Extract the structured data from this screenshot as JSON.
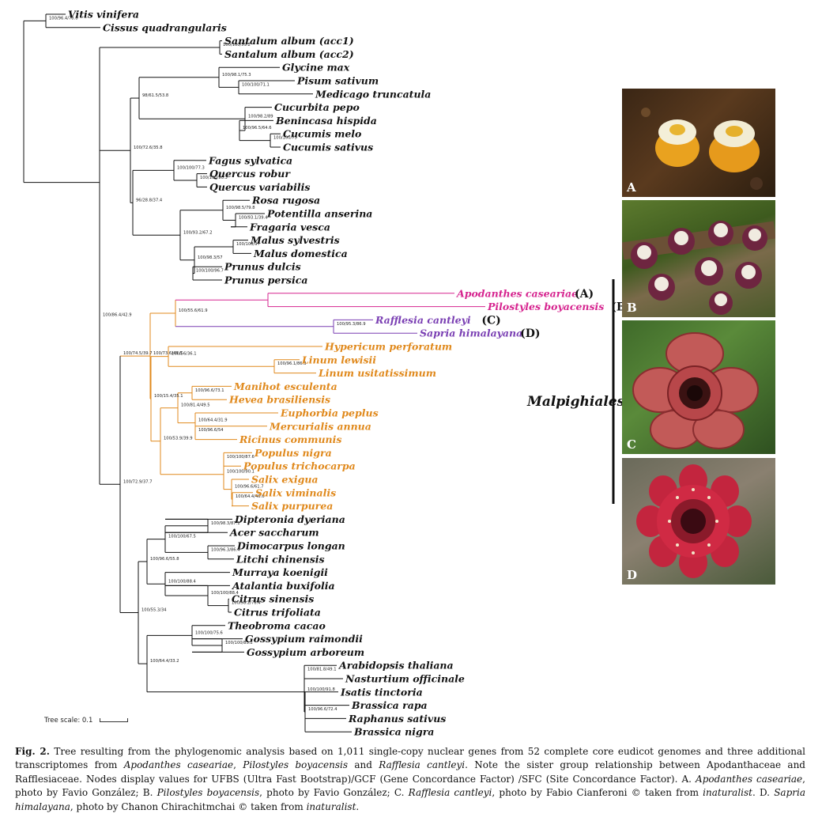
{
  "leaves": [
    {
      "name": "Vitis vinifera",
      "color": "#111111"
    },
    {
      "name": "Cissus quadrangularis",
      "color": "#111111"
    },
    {
      "name": "Santalum album (acc1)",
      "color": "#111111"
    },
    {
      "name": "Santalum album (acc2)",
      "color": "#111111"
    },
    {
      "name": "Glycine max",
      "color": "#111111"
    },
    {
      "name": "Pisum sativum",
      "color": "#111111"
    },
    {
      "name": "Medicago truncatula",
      "color": "#111111"
    },
    {
      "name": "Cucurbita pepo",
      "color": "#111111"
    },
    {
      "name": "Benincasa hispida",
      "color": "#111111"
    },
    {
      "name": "Cucumis melo",
      "color": "#111111"
    },
    {
      "name": "Cucumis sativus",
      "color": "#111111"
    },
    {
      "name": "Fagus sylvatica",
      "color": "#111111"
    },
    {
      "name": "Quercus robur",
      "color": "#111111"
    },
    {
      "name": "Quercus variabilis",
      "color": "#111111"
    },
    {
      "name": "Rosa rugosa",
      "color": "#111111"
    },
    {
      "name": "Potentilla anserina",
      "color": "#111111"
    },
    {
      "name": "Fragaria vesca",
      "color": "#111111"
    },
    {
      "name": "Malus sylvestris",
      "color": "#111111"
    },
    {
      "name": "Malus domestica",
      "color": "#111111"
    },
    {
      "name": "Prunus dulcis",
      "color": "#111111"
    },
    {
      "name": "Prunus persica",
      "color": "#111111"
    },
    {
      "name": "Apodanthes caseariae",
      "color": "#d6248f",
      "tag": "(A)"
    },
    {
      "name": "Pilostyles boyacensis",
      "color": "#d6248f",
      "tag": "(B)"
    },
    {
      "name": "Rafflesia cantleyi",
      "color": "#7a3fb3",
      "tag": "(C)"
    },
    {
      "name": "Sapria himalayana",
      "color": "#7a3fb3",
      "tag": "(D)"
    },
    {
      "name": "Hypericum perforatum",
      "color": "#e0891c"
    },
    {
      "name": "Linum lewisii",
      "color": "#e0891c"
    },
    {
      "name": "Linum usitatissimum",
      "color": "#e0891c"
    },
    {
      "name": "Manihot esculenta",
      "color": "#e0891c"
    },
    {
      "name": "Hevea brasiliensis",
      "color": "#e0891c"
    },
    {
      "name": "Euphorbia peplus",
      "color": "#e0891c"
    },
    {
      "name": "Mercurialis annua",
      "color": "#e0891c"
    },
    {
      "name": "Ricinus communis",
      "color": "#e0891c"
    },
    {
      "name": "Populus nigra",
      "color": "#e0891c"
    },
    {
      "name": "Populus trichocarpa",
      "color": "#e0891c"
    },
    {
      "name": "Salix exigua",
      "color": "#e0891c"
    },
    {
      "name": "Salix viminalis",
      "color": "#e0891c"
    },
    {
      "name": "Salix purpurea",
      "color": "#e0891c"
    },
    {
      "name": "Dipteronia dyeriana",
      "color": "#111111"
    },
    {
      "name": "Acer saccharum",
      "color": "#111111"
    },
    {
      "name": "Dimocarpus longan",
      "color": "#111111"
    },
    {
      "name": "Litchi chinensis",
      "color": "#111111"
    },
    {
      "name": "Murraya koenigii",
      "color": "#111111"
    },
    {
      "name": "Atalantia buxifolia",
      "color": "#111111"
    },
    {
      "name": "Citrus sinensis",
      "color": "#111111"
    },
    {
      "name": "Citrus trifoliata",
      "color": "#111111"
    },
    {
      "name": "Theobroma cacao",
      "color": "#111111"
    },
    {
      "name": "Gossypium raimondii",
      "color": "#111111"
    },
    {
      "name": "Gossypium arboreum",
      "color": "#111111"
    },
    {
      "name": "Arabidopsis thaliana",
      "color": "#111111"
    },
    {
      "name": "Nasturtium officinale",
      "color": "#111111"
    },
    {
      "name": "Isatis tinctoria",
      "color": "#111111"
    },
    {
      "name": "Brassica rapa",
      "color": "#111111"
    },
    {
      "name": "Raphanus sativus",
      "color": "#111111"
    },
    {
      "name": "Brassica nigra",
      "color": "#111111"
    }
  ],
  "support_values": [
    "100/100/59.2",
    "100/98.1/75.3",
    "100/100/71.1",
    "98/61.5/53.8",
    "100/98.2/89",
    "100/96.5/64.6",
    "100/100/75",
    "100/72.6/35.8",
    "100/100/77.3",
    "100/100/90.3",
    "100/98.5/79.8",
    "100/93.1/39.4",
    "96/28.8/37.4",
    "100/93.2/67.2",
    "100/100/97",
    "100/98.3/57",
    "100/100/96.7",
    "100/86.4/42.9",
    "100/96.4/78.6",
    "100/55.6/61.9",
    "100/73.6/48.5",
    "100/95.3/86.9",
    "100/74.5/39.7",
    "100/56/36.1",
    "100/96.1/86.3",
    "100/15.4/35.1",
    "100/96.6/73.1",
    "100/81.4/49.5",
    "100/64.4/31.9",
    "100/96.6/54",
    "100/53.9/39.9",
    "100/100/87.6",
    "100/100/90.1",
    "100/96.6/61.7",
    "100/64.4/46.6",
    "100/72.9/37.7",
    "100/98.3/87.1",
    "100/100/67.5",
    "100/96.3/86.4",
    "100/96.6/55.8",
    "100/100/88.4",
    "100/98.2/76.4",
    "100/69.2/68.3",
    "100/55.3/34",
    "100/100/75.6",
    "100/100/85.2",
    "100/64.4/33.2",
    "100/81.8/49.1",
    "100/100/91.8",
    "100/96.6/72.4",
    "100/100/63.2",
    "100/54.9/36.3"
  ],
  "malpighiales_label": "Malpighiales",
  "scale_label": "Tree scale: 0.1",
  "photo_labels": [
    "A",
    "B",
    "C",
    "D"
  ],
  "caption": {
    "fig": "Fig. 2.",
    "text_1": " Tree resulting from the phylogenomic analysis based on 1,011 single-copy nuclear genes from 52 complete core eudicot genomes and three additional transcriptomes from ",
    "sp_1": "Apodanthes caseariae",
    "text_2": ", ",
    "sp_2": "Pilostyles boyacensis",
    "text_3": " and ",
    "sp_3": "Rafflesia cantleyi",
    "text_4": ". Note the sister group relationship between Apodanthaceae and Rafflesiaceae. Nodes display values for UFBS (Ultra Fast Bootstrap)/GCF (Gene Concordance Factor) /SFC (Site Concordance Factor). A. ",
    "sp_4": "Apodanthes caseariae",
    "text_5": ", photo by Favio González; B. ",
    "sp_5": "Pilostyles boyacensis",
    "text_6": ", photo by Favio González; C. ",
    "sp_6": "Rafflesia cantleyi",
    "text_7": ", photo by Fabio Cianferoni © taken from ",
    "sp_7": "inaturalist",
    "text_8": ". D. ",
    "sp_8": "Sapria himalayana",
    "text_9": ", photo by Chanon Chirachitmchai © taken from ",
    "sp_9": "inaturalist",
    "text_10": "."
  }
}
